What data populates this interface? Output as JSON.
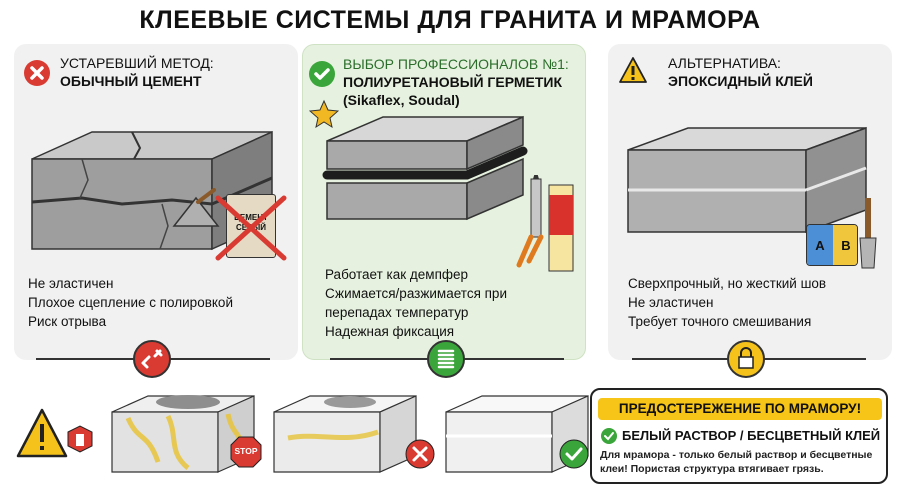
{
  "title": "КЛЕЕВЫЕ СИСТЕМЫ ДЛЯ ГРАНИТА И МРАМОРА",
  "panels": [
    {
      "heading_line1": "УСТАРЕВШИЙ МЕТОД:",
      "heading_line2": "ОБЫЧНЫЙ ЦЕМЕНТ",
      "badge_icon": "x-icon",
      "badge_color": "#d93a32",
      "bag_label": "ЦЕМЕНТ СЕРЫЙ",
      "features": [
        "Не эластичен",
        "Плохое сцепление с полировкой",
        "Риск отрыва"
      ],
      "bottom_icon": "broken-chain-icon",
      "bottom_color": "#d93a32"
    },
    {
      "heading_line1": "ВЫБОР ПРОФЕССИОНАЛОВ №1:",
      "heading_line2": "ПОЛИУРЕТАНОВЫЙ ГЕРМЕТИК",
      "heading_line3": "(Sikaflex, Soudal)",
      "badge_icon": "check-icon",
      "badge_color": "#3aa53a",
      "features": [
        "Работает как демпфер",
        "Сжимается/разжимается при",
        "перепадах температур",
        "Надежная фиксация"
      ],
      "bottom_icon": "spring-icon",
      "bottom_color": "#3aa53a"
    },
    {
      "heading_line1": "АЛЬТЕРНАТИВА:",
      "heading_line2": "ЭПОКСИДНЫЙ КЛЕЙ",
      "badge_icon": "warning-icon",
      "badge_color": "#f4c21a",
      "bucket_a": "A",
      "bucket_b": "B",
      "features": [
        "Сверхпрочный, но жесткий шов",
        "Не эластичен",
        "Требует точного смешивания"
      ],
      "bottom_icon": "padlock-icon",
      "bottom_color": "#f4c21a"
    }
  ],
  "stop_label": "STOP",
  "warning": {
    "heading": "ПРЕДОСТЕРЕЖЕНИЕ ПО МРАМОРУ!",
    "subheading": "БЕЛЫЙ РАСТВОР / БЕСЦВЕТНЫЙ КЛЕЙ",
    "text_line1": "Для мрамора - только белый раствор и бесцветные",
    "text_line2": "клеи! Пористая структура втягивает грязь."
  }
}
